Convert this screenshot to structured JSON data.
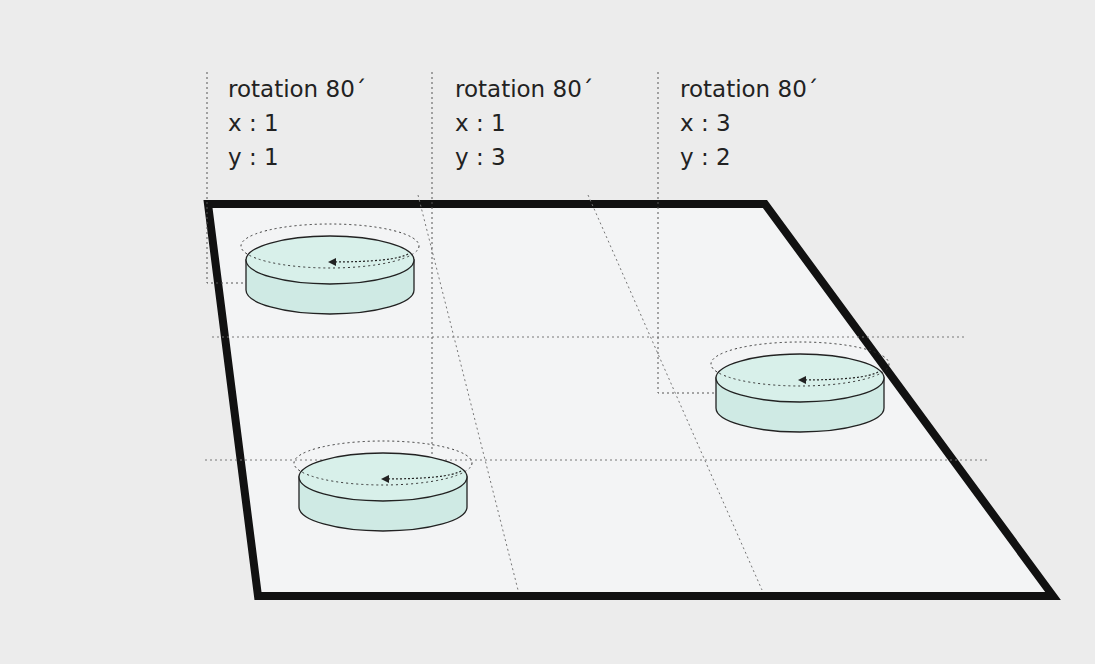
{
  "diagram": {
    "labels": [
      "rotation 80´",
      "x : 1",
      "y : 1",
      "rotation 80´",
      "x : 1",
      "y : 3",
      "rotation 80´",
      "x : 3",
      "y : 2"
    ]
  }
}
